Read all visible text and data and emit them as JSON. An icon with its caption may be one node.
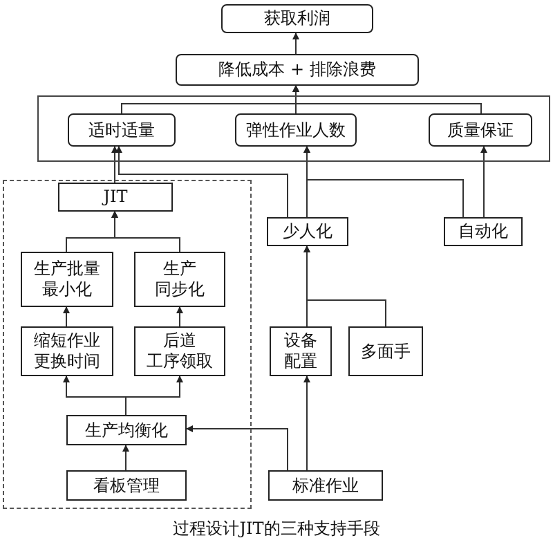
{
  "diagram": {
    "caption": "过程设计JIT的三种支持手段",
    "nodes": [
      {
        "text": [
          "获取利润"
        ]
      },
      {
        "text": [
          "降低成本 + 排除浪费"
        ]
      },
      {
        "text": [],
        "shape": "box"
      },
      {
        "text": [
          "适时适量"
        ],
        "in": 2
      },
      {
        "text": [
          "弹性作业人数"
        ],
        "in": 2
      },
      {
        "text": [
          "质量保证"
        ],
        "in": 2
      },
      {
        "text": [],
        "shape": "box"
      },
      {
        "text": [
          "JIT"
        ],
        "in": 6
      },
      {
        "text": [
          "生产批量最小化"
        ],
        "in": 6
      },
      {
        "text": [
          "生产同步化"
        ],
        "in": 6
      },
      {
        "text": [
          "缩短作业更换时间"
        ],
        "in": 6
      },
      {
        "text": [
          "后道工序领取"
        ],
        "in": 6
      },
      {
        "text": [
          "生产均衡化"
        ],
        "in": 6
      },
      {
        "text": [
          "看板管理"
        ],
        "in": 6
      },
      {
        "text": [
          "少人化"
        ]
      },
      {
        "text": [
          "自动化"
        ]
      },
      {
        "text": [
          "设备配置"
        ]
      },
      {
        "text": [
          "多面手"
        ]
      },
      {
        "text": [
          "标准作业"
        ]
      }
    ],
    "edges": [
      {
        "from": 1,
        "to": 0,
        "arrow": "to"
      },
      {
        "from": 3,
        "to": 1,
        "arrow": "to"
      },
      {
        "from": 4,
        "to": 1,
        "arrow": "to"
      },
      {
        "from": 5,
        "to": 1,
        "arrow": "to"
      },
      {
        "from": 7,
        "to": 3,
        "arrow": "to"
      },
      {
        "from": 14,
        "to": 3,
        "arrow": "to"
      },
      {
        "from": 14,
        "to": 4,
        "arrow": "to"
      },
      {
        "from": 15,
        "to": 4,
        "arrow": "to"
      },
      {
        "from": 15,
        "to": 5,
        "arrow": "to"
      },
      {
        "from": 8,
        "to": 7,
        "arrow": "to"
      },
      {
        "from": 9,
        "to": 7,
        "arrow": "to"
      },
      {
        "from": 10,
        "to": 8,
        "arrow": "to"
      },
      {
        "from": 11,
        "to": 9,
        "arrow": "to"
      },
      {
        "from": 12,
        "to": 10,
        "arrow": "to"
      },
      {
        "from": 12,
        "to": 11,
        "arrow": "to"
      },
      {
        "from": 13,
        "to": 12,
        "arrow": "to"
      },
      {
        "from": 16,
        "to": 14,
        "arrow": "to"
      },
      {
        "from": 17,
        "to": 14,
        "arrow": "to"
      },
      {
        "from": 18,
        "to": 16,
        "arrow": "to"
      },
      {
        "from": 18,
        "to": 12,
        "arrow": "to"
      }
    ]
  }
}
